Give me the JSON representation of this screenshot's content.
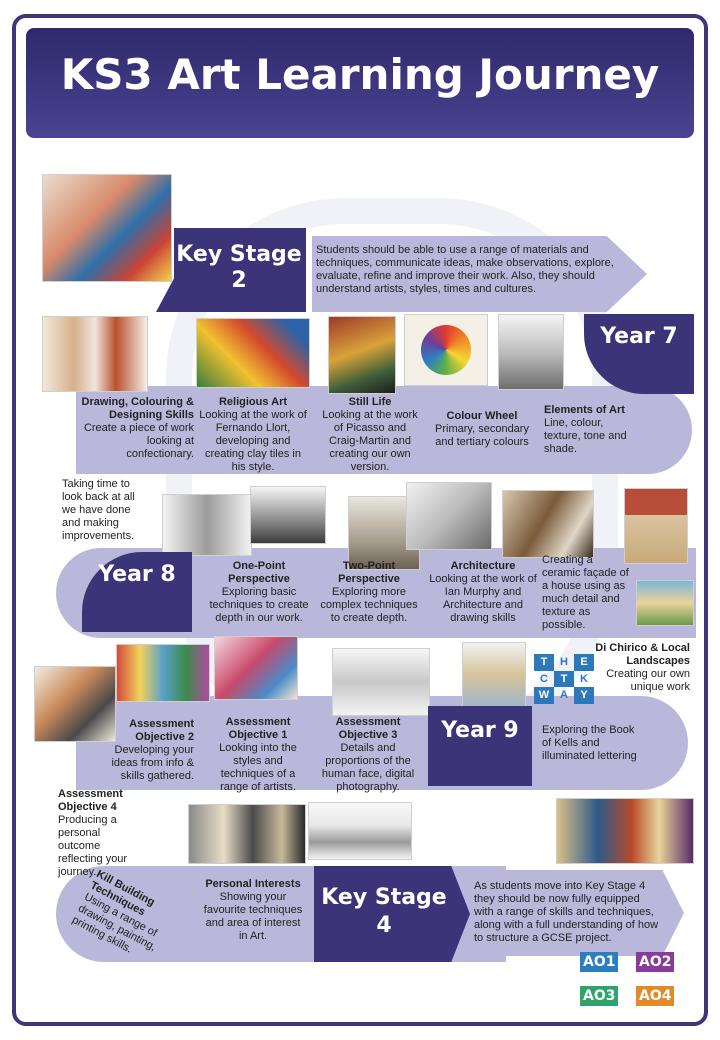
{
  "title": "KS3 Art Learning Journey",
  "key_stage_2": {
    "label": "Key Stage 2",
    "text": "Students should be able to use a range of materials and techniques, communicate ideas, make observations, explore, evaluate, refine and improve their work. Also, they should understand artists, styles, times and cultures."
  },
  "year7": {
    "label": "Year 7"
  },
  "year7_items": [
    {
      "heading": "Drawing, Colouring & Designing Skills",
      "text": "Create a piece of work looking at confectionary."
    },
    {
      "heading": "Religious Art",
      "text": "Looking at the work of Fernando Llort, developing and creating clay tiles in his style."
    },
    {
      "heading": "Still Life",
      "text": "Looking at the work of Picasso and Craig-Martin and creating our own version."
    },
    {
      "heading": "Colour Wheel",
      "text": "Primary, secondary and tertiary colours"
    },
    {
      "heading": "Elements of Art",
      "text": "Line, colour, texture, tone and shade."
    }
  ],
  "reflection": {
    "text": "Taking time to look back at all we have done and making improvements."
  },
  "year8": {
    "label": "Year 8"
  },
  "year8_items": [
    {
      "heading": "One-Point Perspective",
      "text": "Exploring basic techniques to create depth in our work."
    },
    {
      "heading": "Two-Point Perspective",
      "text": "Exploring more complex techniques to create depth."
    },
    {
      "heading": "Architecture",
      "text": "Looking at the work of Ian Murphy and Architecture and drawing skills"
    },
    {
      "heading": "",
      "text": "Creating a ceramic façade of a house using as much detail and texture as possible."
    },
    {
      "heading": "Di Chirico & Local Landscapes",
      "text": "Creating our own unique work"
    }
  ],
  "year9": {
    "label": "Year 9"
  },
  "year9_items": [
    {
      "heading": "Assessment Objective 2",
      "text": "Developing your ideas from info & skills gathered."
    },
    {
      "heading": "Assessment Objective 1",
      "text": "Looking into the styles and techniques of a range of artists."
    },
    {
      "heading": "Assessment Objective 3",
      "text": "Details and proportions of the human face, digital photography."
    },
    {
      "heading": "",
      "text": "Exploring the Book of Kells and illuminated lettering"
    }
  ],
  "ctk": {
    "cells": [
      "T",
      "H",
      "E",
      "C",
      "T",
      "K",
      "W",
      "A",
      "Y"
    ]
  },
  "year9_lower": [
    {
      "heading": "Assessment Objective 4",
      "text": "Producing a personal outcome reflecting your journey."
    },
    {
      "heading": "Kill Building Techniques",
      "text": "Using a range of drawing, painting, printing skills."
    },
    {
      "heading": "Personal Interests",
      "text": "Showing your favourite techniques and area of interest in Art."
    }
  ],
  "key_stage_4": {
    "label": "Key Stage 4",
    "text": "As students move into Key Stage 4 they should be now fully equipped with a range of skills and techniques, along with a full understanding of how to structure a GCSE project."
  },
  "ao_badges": [
    "AO1",
    "AO2",
    "AO3",
    "AO4"
  ],
  "colors": {
    "dark": "#3b3479",
    "band": "#bab8da"
  }
}
